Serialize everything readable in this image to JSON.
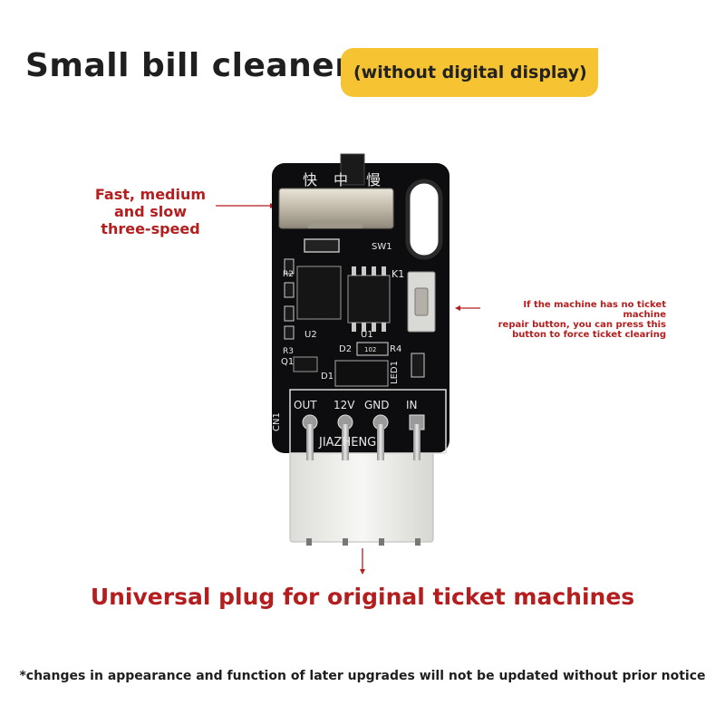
{
  "header": {
    "title": "Small bill cleaner",
    "badge": "(without digital display)"
  },
  "annotations": {
    "left": [
      "Fast, medium",
      "and slow",
      "three-speed"
    ],
    "right": [
      "If the machine has no ticket machine",
      "repair button, you can press this",
      "button to force ticket clearing"
    ]
  },
  "bottom_title": "Universal plug for original ticket machines",
  "footnote": "*changes in appearance and function of later upgrades will not be updated without prior notice",
  "board": {
    "switch_labels": {
      "fast": "快",
      "mid": "中",
      "slow": "慢"
    },
    "switch_ref": "SW1",
    "button_ref": "K1",
    "refs": {
      "r2": "R2",
      "r3": "R3",
      "r4": "R4",
      "d1": "D1",
      "d2": "D2",
      "u1": "U1",
      "u2": "U2",
      "q1": "Q1",
      "led1": "LED1",
      "cn1": "CN1"
    },
    "resistor_code": "102",
    "pin_labels": [
      "OUT",
      "12V",
      "GND",
      "IN"
    ],
    "brand": "JIAZHENG"
  },
  "colors": {
    "accent": "#f6c433",
    "annotation": "#b41e1e",
    "pcb": "#0d0d0f"
  }
}
